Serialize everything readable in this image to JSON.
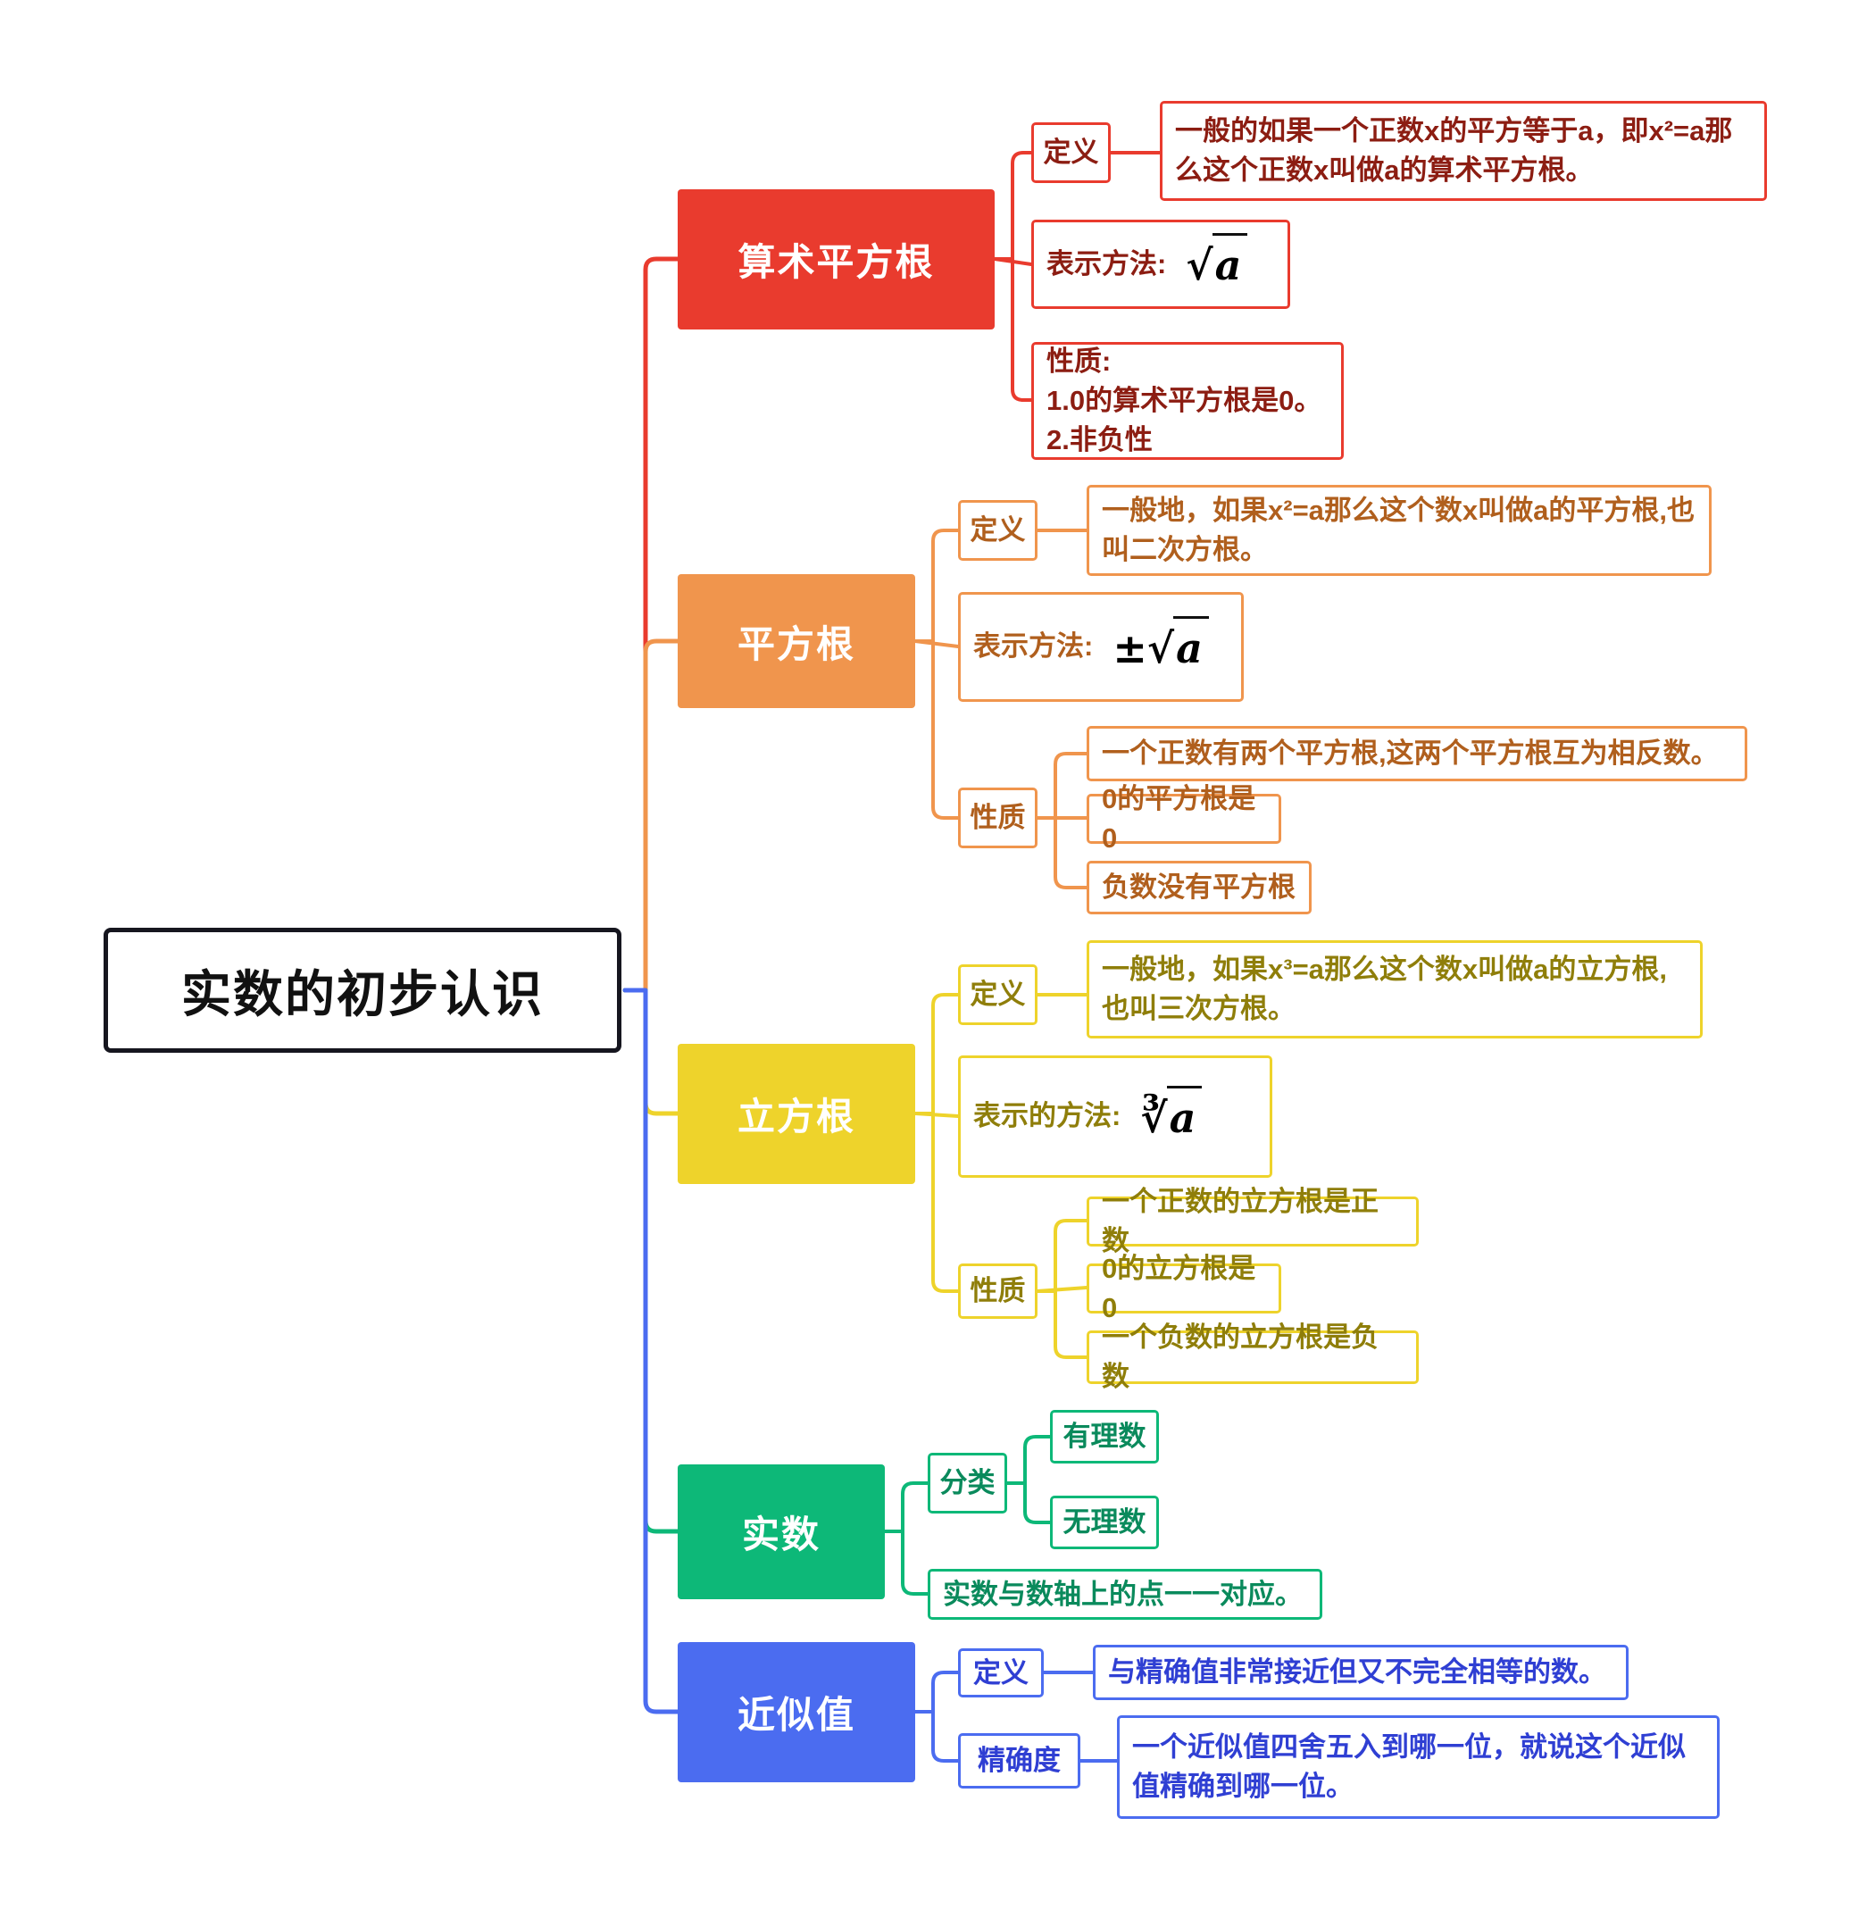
{
  "root": {
    "title": "实数的初步认识"
  },
  "colors": {
    "red": "#e93b2e",
    "red-dark": "#8c1d12",
    "orange": "#f0954d",
    "orange-dark": "#b05f1d",
    "yellow": "#eed32b",
    "yellow-dark": "#8f7e0a",
    "green": "#0db878",
    "green-dark": "#0a8a5c",
    "blue": "#4b6cf0",
    "blue-dark": "#2f3fd3",
    "root-border": "#16161f"
  },
  "branches": {
    "arithmetic_sqrt": {
      "label": "算术平方根",
      "definition_label": "定义",
      "definition": "一般的如果一个正数x的平方等于a，即x²=a那么这个正数x叫做a的算术平方根。",
      "notation_label": "表示方法:",
      "notation_prefix": "√",
      "notation_radicand": "a",
      "properties": "性质:\n1.0的算术平方根是0。\n2.非负性"
    },
    "sqrt": {
      "label": "平方根",
      "definition_label": "定义",
      "definition": "一般地，如果x²=a那么这个数x叫做a的平方根,也叫二次方根。",
      "notation_label": "表示方法:",
      "notation_prefix": "±√",
      "notation_radicand": "a",
      "properties_label": "性质",
      "properties": [
        "一个正数有两个平方根,这两个平方根互为相反数。",
        "0的平方根是0",
        "负数没有平方根"
      ]
    },
    "cbrt": {
      "label": "立方根",
      "definition_label": "定义",
      "definition": "一般地，如果x³=a那么这个数x叫做a的立方根,也叫三次方根。",
      "notation_label": "表示的方法:",
      "notation_prefix": "∛",
      "notation_radicand": "a",
      "properties_label": "性质",
      "properties": [
        "一个正数的立方根是正数",
        "0的立方根是0",
        "一个负数的立方根是负数"
      ]
    },
    "real": {
      "label": "实数",
      "classify_label": "分类",
      "classes": [
        "有理数",
        "无理数"
      ],
      "axis_note": "实数与数轴上的点一一对应。"
    },
    "approx": {
      "label": "近似值",
      "definition_label": "定义",
      "definition": "与精确值非常接近但又不完全相等的数。",
      "precision_label": "精确度",
      "precision": "一个近似值四舍五入到哪一位，就说这个近似值精确到哪一位。"
    }
  }
}
